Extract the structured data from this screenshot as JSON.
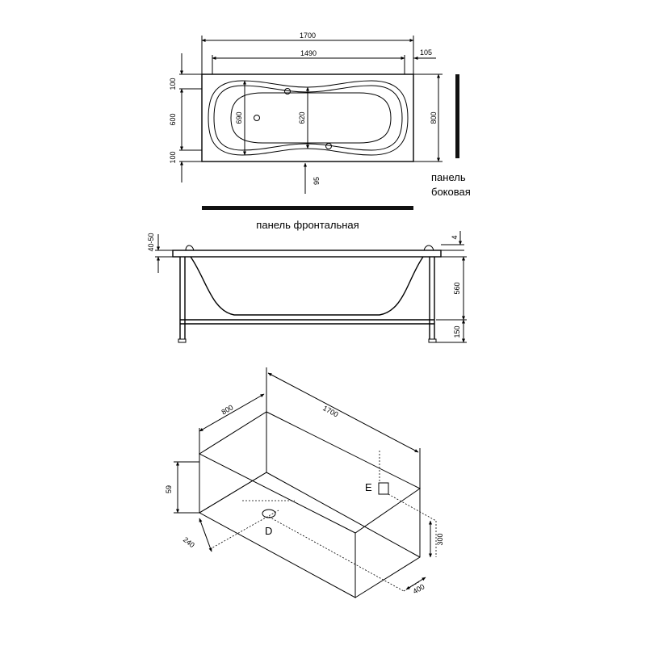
{
  "colors": {
    "line": "#000000",
    "background": "#ffffff",
    "panel": "#111111"
  },
  "top_view": {
    "dim_total_length": "1700",
    "dim_inner_length": "1490",
    "dim_wall_end": "105",
    "dim_wall_top": "100",
    "dim_inner_width": "600",
    "dim_wall_bottom": "100",
    "dim_width_690": "690",
    "dim_width_620": "620",
    "dim_total_width": "800",
    "dim_95": "95",
    "label_side_panel_1": "панель",
    "label_side_panel_2": "боковая",
    "label_front_panel": "панель фронтальная"
  },
  "side_view": {
    "dim_rim": "40-50",
    "dim_4": "4",
    "dim_height": "560",
    "dim_legs": "150"
  },
  "iso_view": {
    "dim_length": "1700",
    "dim_width": "800",
    "dim_height": "59",
    "dim_drain_offset": "240",
    "dim_300": "300",
    "dim_400": "400",
    "label_E": "E",
    "label_D": "D"
  }
}
